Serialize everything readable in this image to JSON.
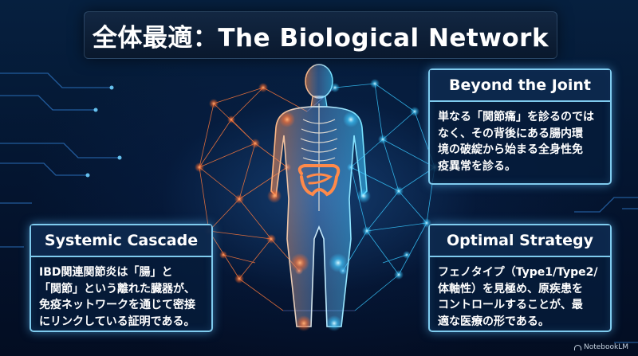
{
  "title": "全体最適：The Biological Network",
  "cards": {
    "beyond": {
      "heading": "Beyond the Joint",
      "body": "単なる「関節痛」を診るのでは\nなく、その背後にある腸内環\n境の破綻から始まる全身性免\n疫異常を診る。"
    },
    "systemic": {
      "heading": "Systemic Cascade",
      "body": "IBD関連関節炎は「腸」と\n「関節」という離れた臓器が、\n免疫ネットワークを通じて密接\nにリンクしている証明である。"
    },
    "optimal": {
      "heading": "Optimal Strategy",
      "body": "フェノタイプ（Type1/Type2/\n体軸性）を見極め、原疾患を\nコントロールすることが、最\n適な医療の形である。"
    }
  },
  "branding": {
    "logo_text": "NotebookLM",
    "logo_icon": "notebooklm-logo-icon"
  },
  "colors": {
    "background": "#041530",
    "card_border": "#7fcbee",
    "glow_cyan": "#38c8ff",
    "glow_orange": "#ff7a3c"
  }
}
